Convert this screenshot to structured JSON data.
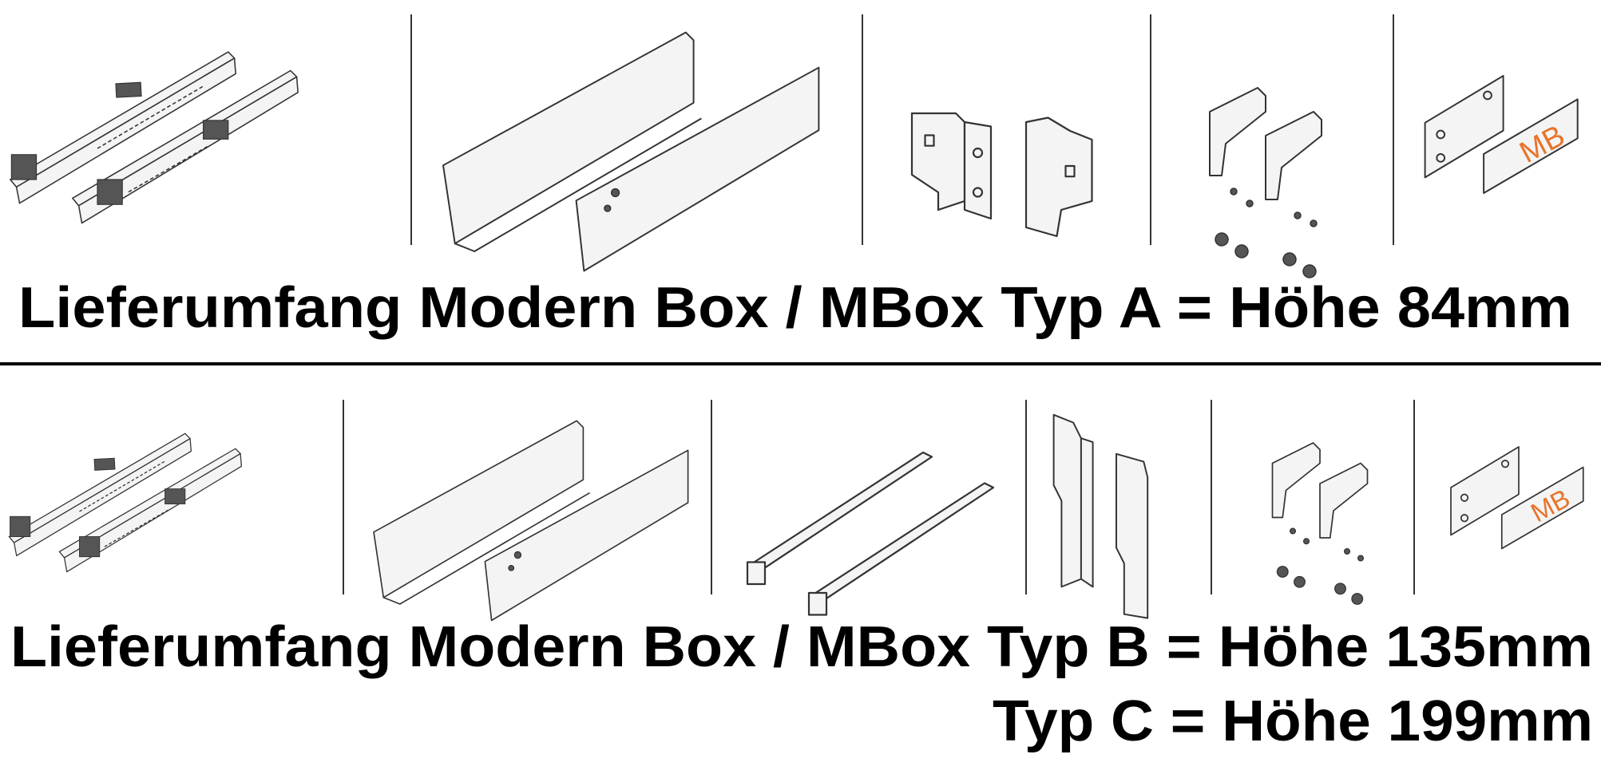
{
  "section_a": {
    "title": "Lieferumfang Modern Box / MBox Typ A = Höhe 84mm",
    "items": [
      "drawer-runners",
      "drawer-side-panels",
      "rear-panel-brackets",
      "front-fixing-brackets-with-screws",
      "front-cover-caps"
    ],
    "cap_label": "MB"
  },
  "section_b": {
    "title": "Lieferumfang Modern Box / MBox Typ B = Höhe 135mm",
    "subtitle": "Typ C = Höhe 199mm",
    "items": [
      "drawer-runners",
      "drawer-side-panels",
      "gallery-rails",
      "rear-panel-brackets",
      "front-fixing-brackets-with-screws",
      "front-cover-caps"
    ],
    "cap_label": "MB"
  },
  "colors": {
    "text": "#000000",
    "accent": "#e8742a",
    "line": "#333333"
  }
}
